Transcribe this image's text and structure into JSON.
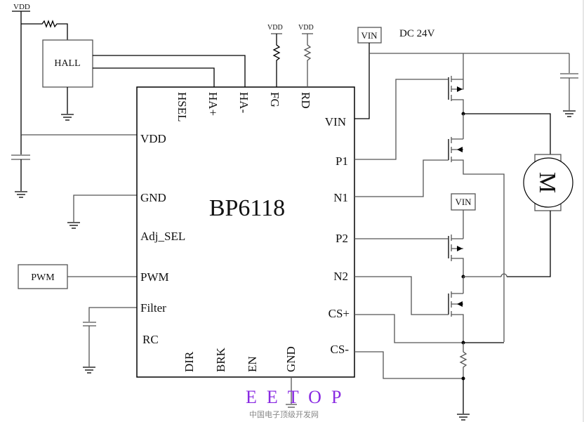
{
  "chip": {
    "name": "BP6118",
    "pins_left": [
      "VDD",
      "GND",
      "Adj_SEL",
      "PWM",
      "Filter",
      "RC"
    ],
    "pins_top": [
      "HSEL",
      "HA+",
      "HA-",
      "FG",
      "RD"
    ],
    "pins_right": [
      "VIN",
      "P1",
      "N1",
      "P2",
      "N2",
      "CS+",
      "CS-"
    ],
    "pins_bottom": [
      "DIR",
      "BRK",
      "EN",
      "GND"
    ]
  },
  "labels": {
    "vdd_main": "VDD",
    "vdd_fg": "VDD",
    "vdd_rd": "VDD",
    "hall": "HALL",
    "pwm_source": "PWM",
    "vin_top": "VIN",
    "vin_mid": "VIN",
    "supply": "DC 24V",
    "motor": "M"
  },
  "watermark": {
    "brand": "EETOP",
    "subtitle": "中国电子顶级开发网"
  }
}
